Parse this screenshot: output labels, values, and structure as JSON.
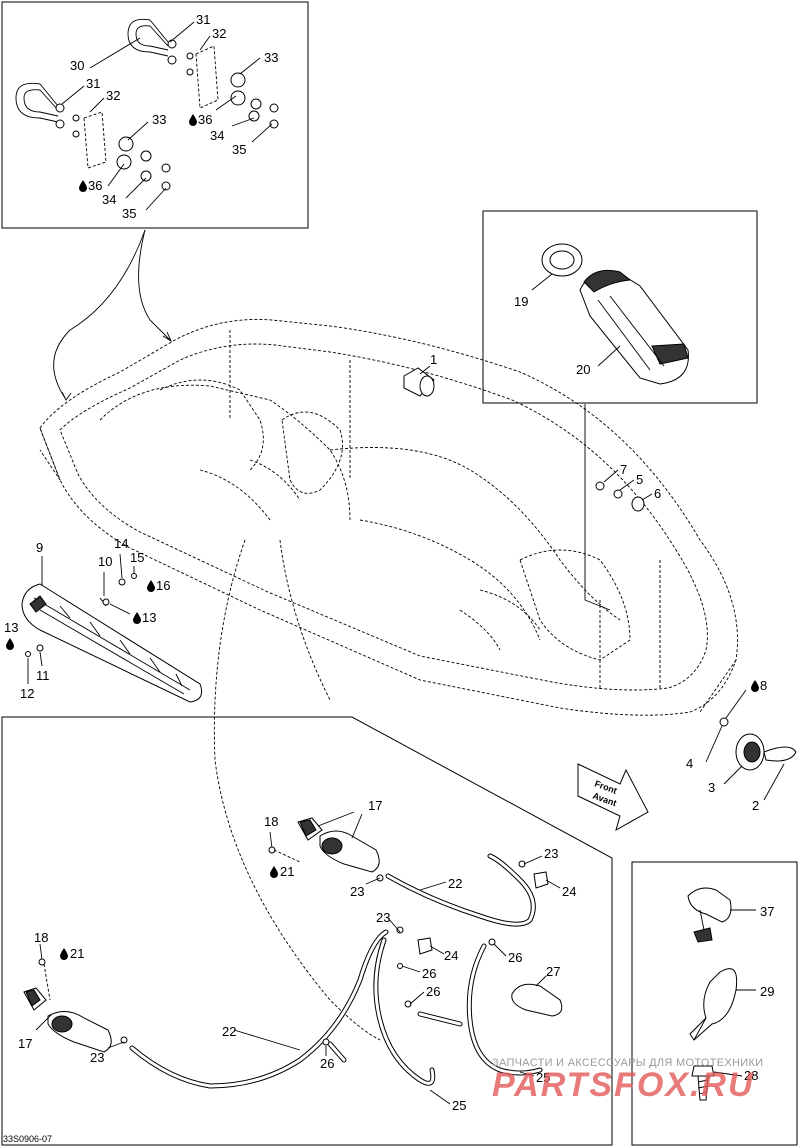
{
  "diagram": {
    "code": "33S0906-07",
    "front_label": [
      "Front",
      "Avant"
    ],
    "callouts": [
      "1",
      "2",
      "3",
      "4",
      "5",
      "6",
      "7",
      "8",
      "9",
      "10",
      "11",
      "12",
      "13",
      "14",
      "15",
      "16",
      "17",
      "18",
      "19",
      "20",
      "21",
      "22",
      "23",
      "24",
      "25",
      "26",
      "27",
      "28",
      "29",
      "30",
      "31",
      "32",
      "33",
      "34",
      "35",
      "36"
    ],
    "label_37": "37"
  },
  "watermark": {
    "line1": "ЗАПЧАСТИ И АКСЕССУАРЫ ДЛЯ МОТОТЕХНИКИ",
    "line2": "PARTSFOX.RU"
  }
}
